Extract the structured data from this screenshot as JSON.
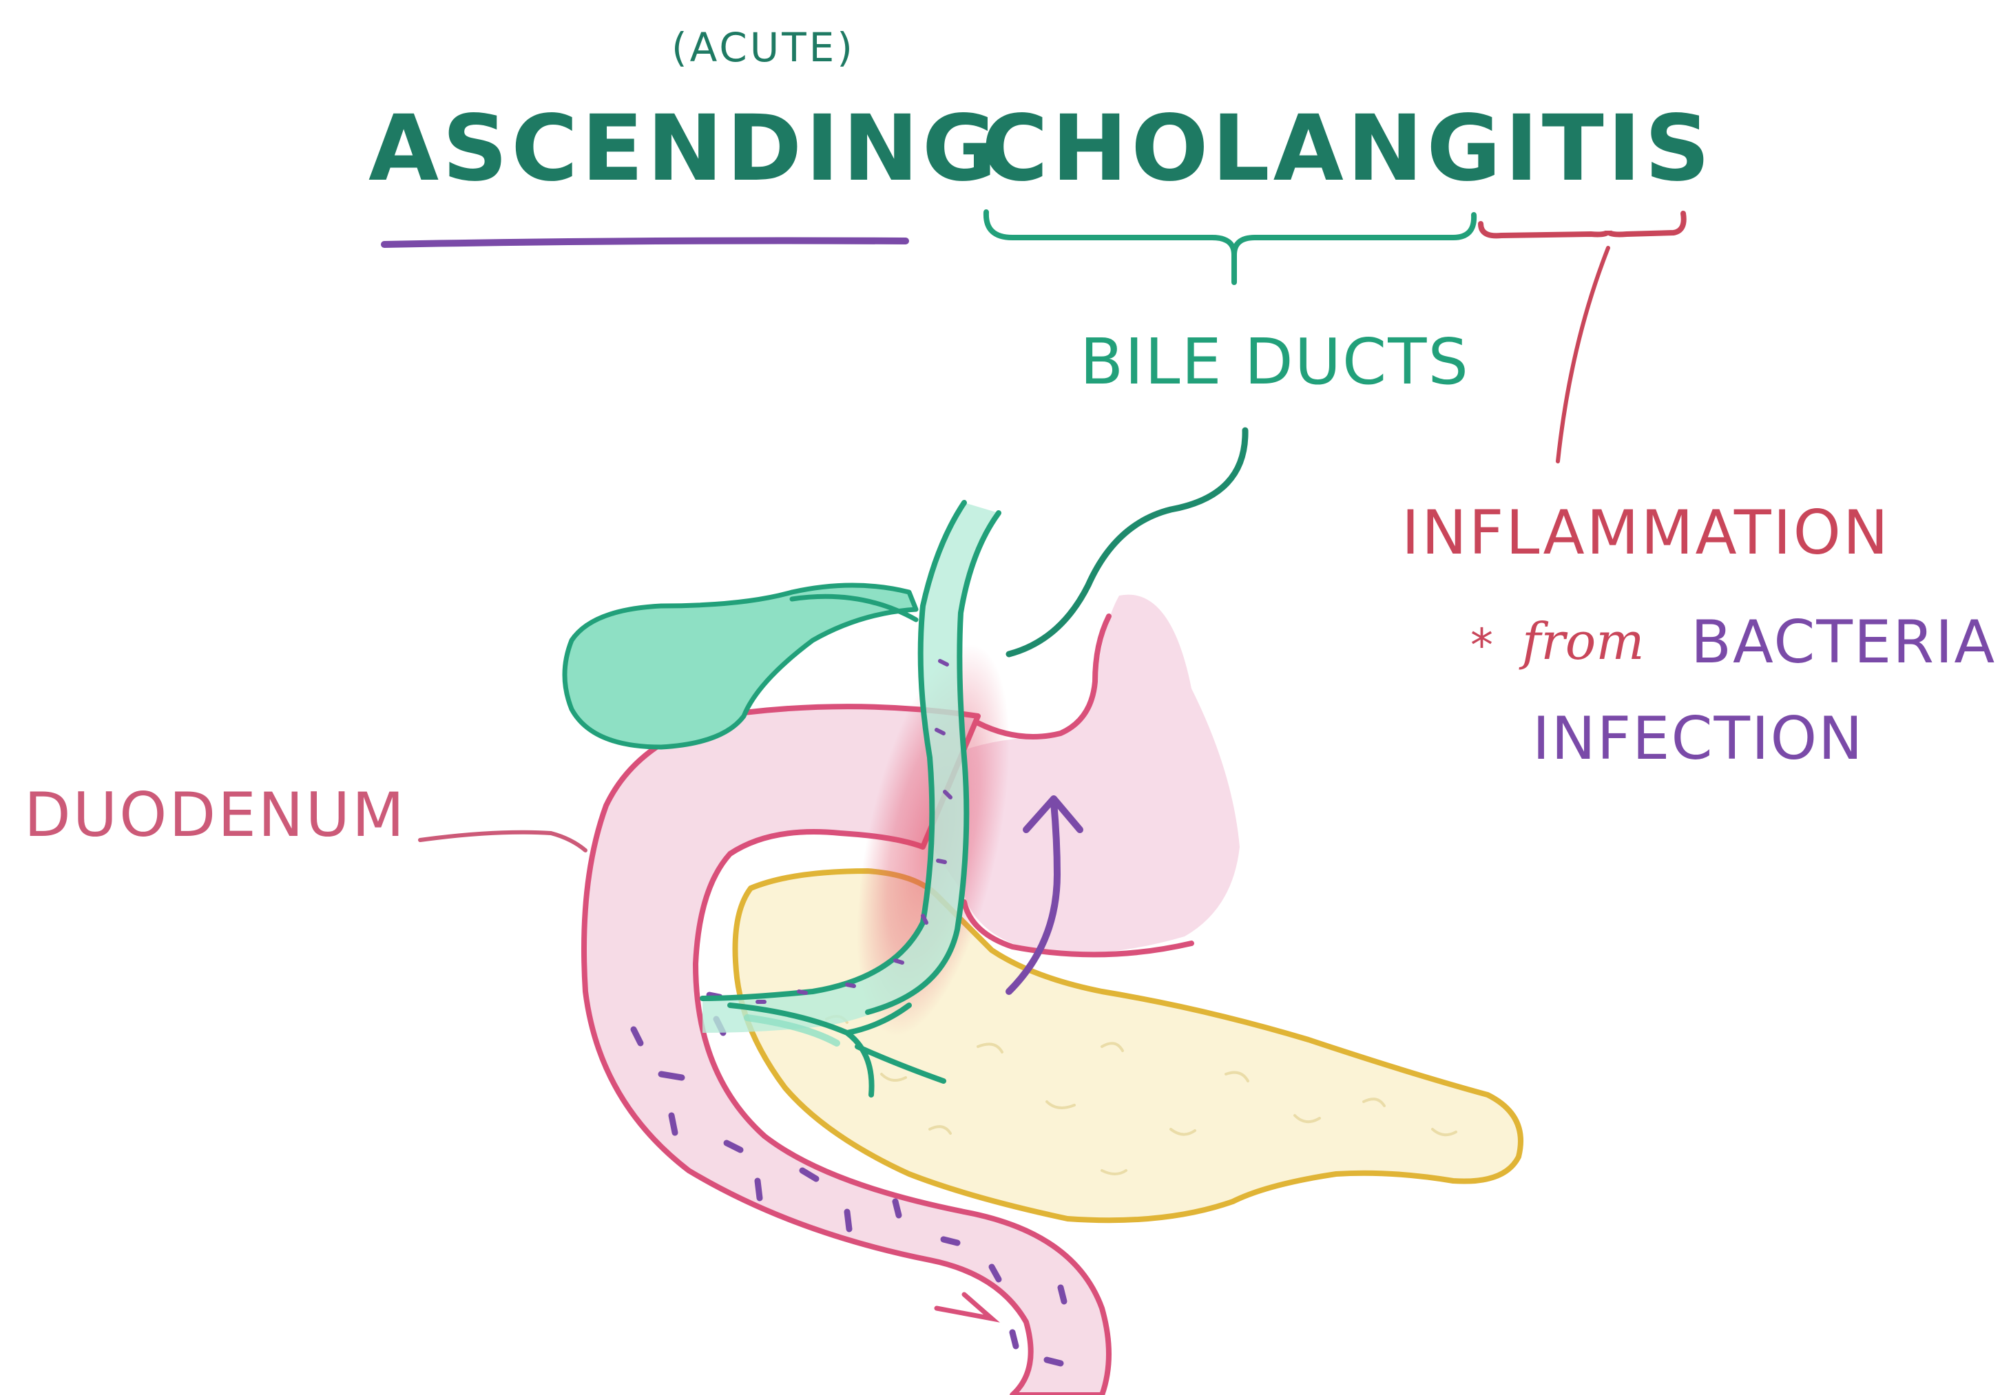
{
  "title": {
    "prefix": "(ACUTE)",
    "word1": "ASCENDING",
    "word2": "CHOLANGITIS"
  },
  "labels": {
    "bile_ducts": "BILE DUCTS",
    "inflammation": "INFLAMMATION",
    "note_marker": "*",
    "note_from": "from",
    "note_bacterial": "BACTERIAL",
    "note_infection": "INFECTION",
    "duodenum": "DUODENUM"
  },
  "colors": {
    "title_green": "#1e7a63",
    "duct_green": "#22a07a",
    "gallbladder_fill": "#8ee0c4",
    "inflammation_red": "#c9465a",
    "bacteria_purple": "#7a4aa8",
    "duodenum_pink": "#d9507a",
    "stomach_fill": "#f7dce8",
    "pancreas_yellow": "#e0b436",
    "pancreas_fill": "#fbf3d6"
  }
}
